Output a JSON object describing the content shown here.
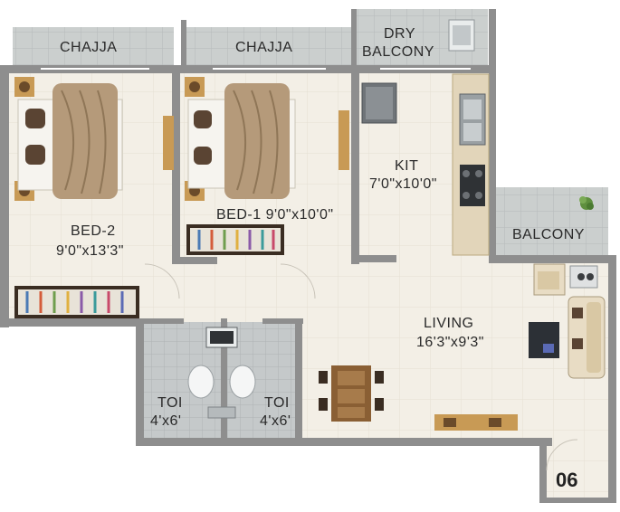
{
  "plan": {
    "unit_number": "06",
    "rooms": {
      "chajja_left": "CHAJJA",
      "chajja_right": "CHAJJA",
      "dry_balcony_line1": "DRY",
      "dry_balcony_line2": "BALCONY",
      "kitchen_name": "KIT",
      "kitchen_size": "7'0\"x10'0\"",
      "bed2_name": "BED-2",
      "bed2_size": "9'0\"x13'3\"",
      "bed1_label": "BED-1 9'0\"x10'0\"",
      "balcony": "BALCONY",
      "living_name": "LIVING",
      "living_size": "16'3\"x9'3\"",
      "toi_left_name": "TOI",
      "toi_left_size": "4'x6'",
      "toi_right_name": "TOI",
      "toi_right_size": "4'x6'"
    },
    "colors": {
      "wall": "#8e8e8e",
      "floor": "#f3efe6",
      "balcony_tile": "#c9cdcc",
      "toilet_tile": "#c4c8c9",
      "wood": "#c89a55",
      "bedsheet": "#b59a7a"
    }
  }
}
